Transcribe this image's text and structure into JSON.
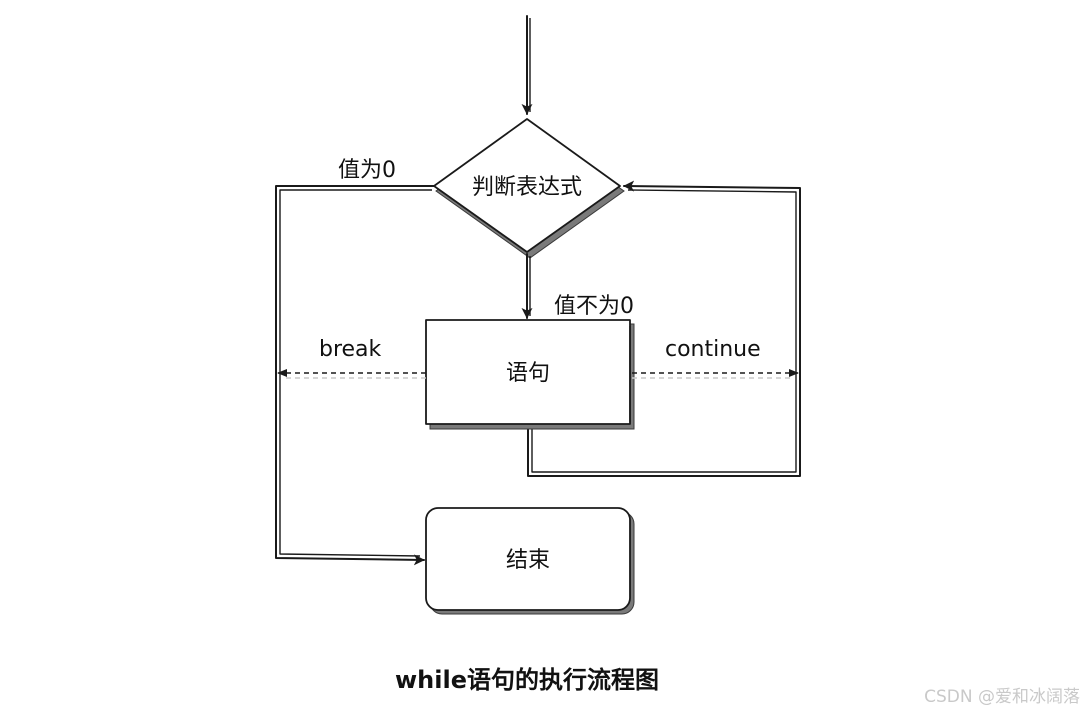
{
  "nodes": {
    "condition": "判断表达式",
    "statement": "语句",
    "end": "结束"
  },
  "edges": {
    "false_label": "值为0",
    "true_label": "值不为0",
    "break_label": "break",
    "continue_label": "continue"
  },
  "caption": "while语句的执行流程图",
  "watermark": "CSDN @爱和冰阔落"
}
